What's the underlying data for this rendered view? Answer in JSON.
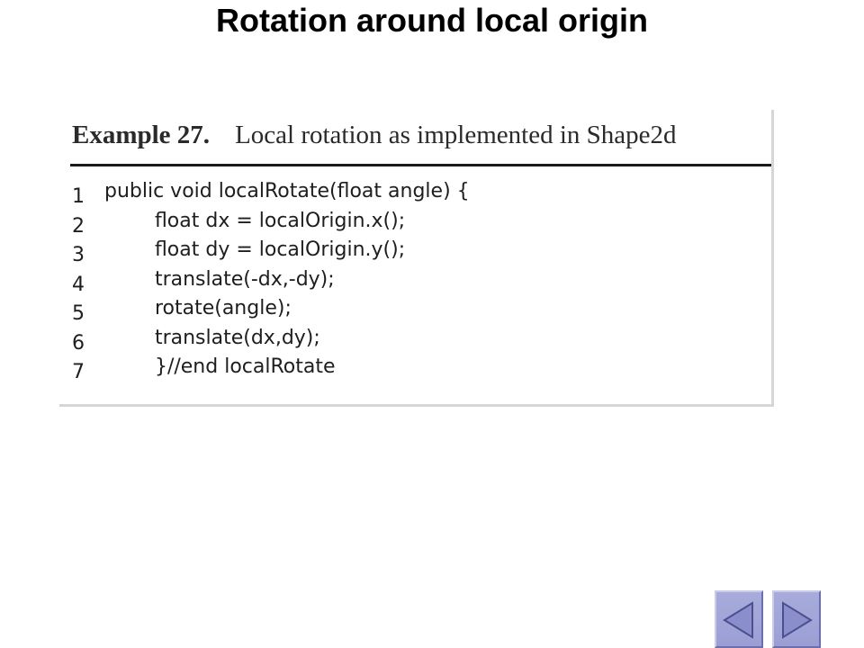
{
  "slide": {
    "title": "Rotation around local origin"
  },
  "example": {
    "number_label": "Example 27.",
    "caption": "Local rotation as implemented in Shape2d",
    "code_lines": [
      {
        "no": "1",
        "text": "public void localRotate(float angle) {"
      },
      {
        "no": "2",
        "text": "        float dx = localOrigin.x();"
      },
      {
        "no": "3",
        "text": "        float dy = localOrigin.y();"
      },
      {
        "no": "4",
        "text": "        translate(-dx,-dy);"
      },
      {
        "no": "5",
        "text": "        rotate(angle);"
      },
      {
        "no": "6",
        "text": "        translate(dx,dy);"
      },
      {
        "no": "7",
        "text": "        }//end localRotate"
      }
    ]
  },
  "navigation": {
    "previous_icon": "triangle-left-icon",
    "next_icon": "triangle-right-icon",
    "button_color": "#a3a7d8",
    "arrow_color": "#8a8fcc"
  }
}
